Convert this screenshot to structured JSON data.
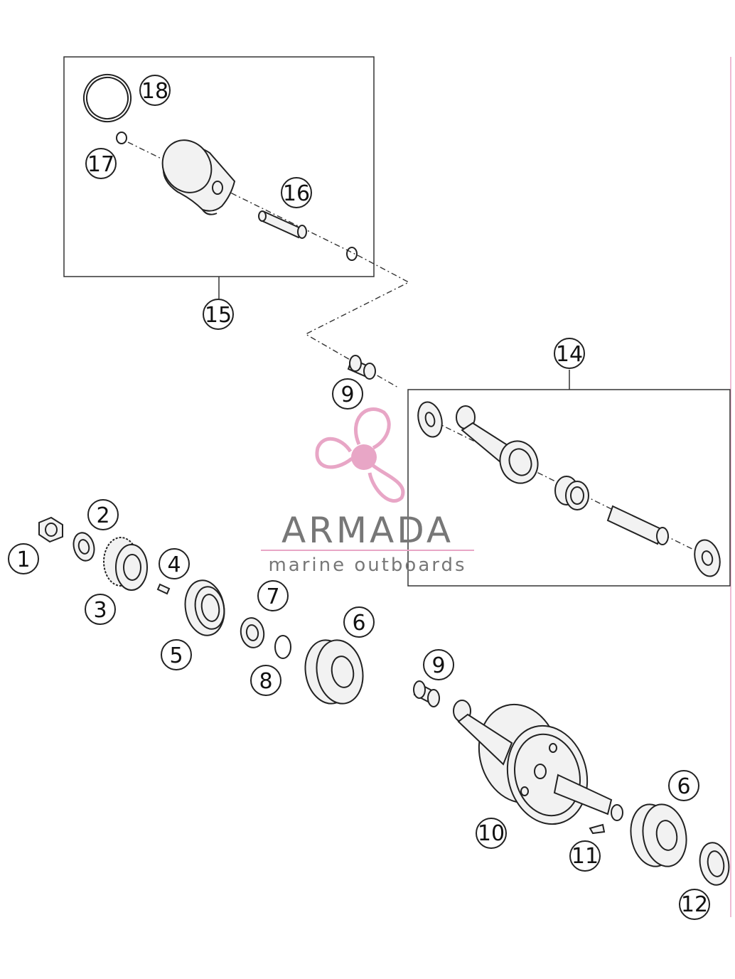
{
  "callouts": {
    "c1": "1",
    "c2": "2",
    "c3": "3",
    "c4": "4",
    "c5": "5",
    "c6a": "6",
    "c6b": "6",
    "c7": "7",
    "c8": "8",
    "c9a": "9",
    "c9b": "9",
    "c10": "10",
    "c11": "11",
    "c12": "12",
    "c14": "14",
    "c15": "15",
    "c16": "16",
    "c17": "17",
    "c18": "18"
  },
  "logo": {
    "title": "ARMADA",
    "subtitle": "marine outboards",
    "pink": "#e8a6c6",
    "grey": "#777777"
  }
}
